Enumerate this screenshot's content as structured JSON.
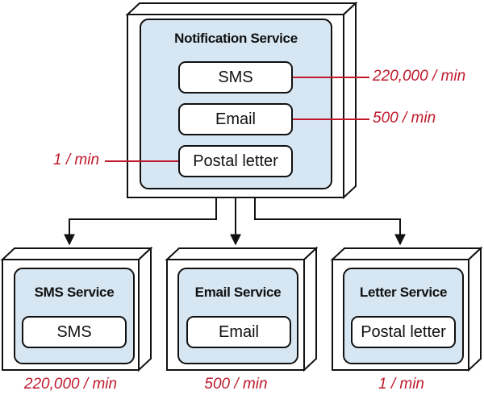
{
  "notification_service": {
    "title": "Notification Service",
    "channels": {
      "sms": "SMS",
      "email": "Email",
      "postal": "Postal letter"
    },
    "incoming_rates": {
      "sms": "220,000 / min",
      "email": "500 / min",
      "postal": "1 / min"
    }
  },
  "downstream_services": [
    {
      "title": "SMS Service",
      "channel": "SMS",
      "rate": "220,000 / min"
    },
    {
      "title": "Email Service",
      "channel": "Email",
      "rate": "500 / min"
    },
    {
      "title": "Letter Service",
      "channel": "Postal letter",
      "rate": "1 / min"
    }
  ],
  "colors": {
    "box_fill": "#d6e6f2",
    "line": "#111111",
    "rate_arrow": "#c0192c"
  }
}
